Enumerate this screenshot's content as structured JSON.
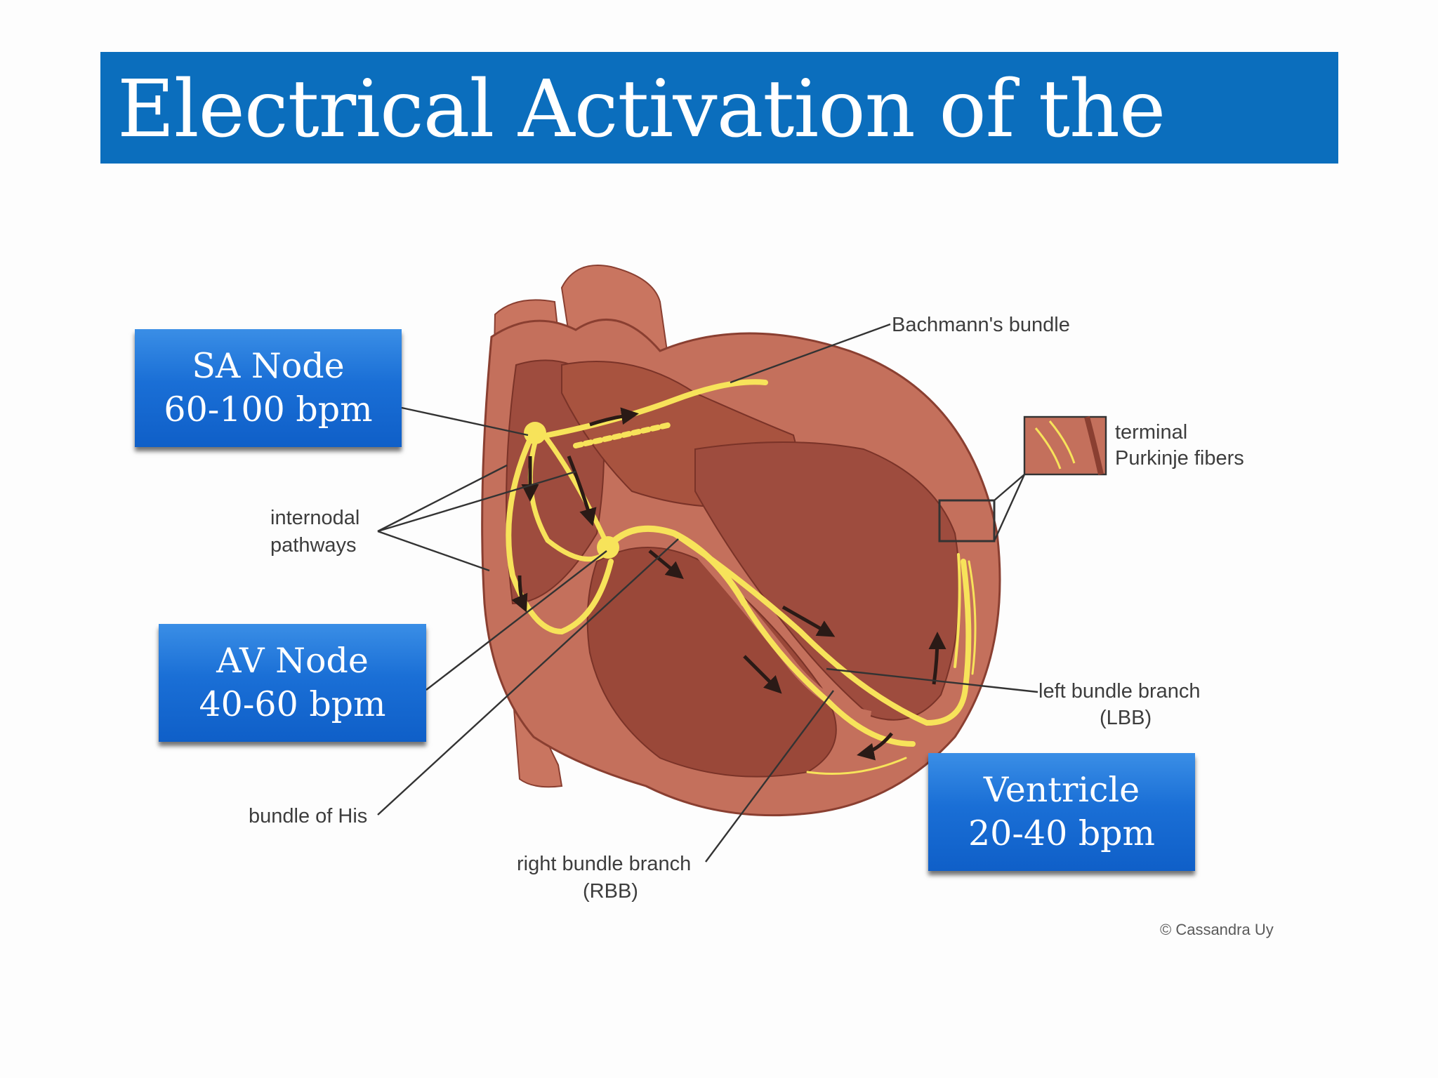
{
  "slide": {
    "title": "Electrical Activation of the"
  },
  "callouts": {
    "sa": {
      "line1": "SA Node",
      "line2": "60-100 bpm"
    },
    "av": {
      "line1": "AV Node",
      "line2": "40-60 bpm"
    },
    "ventricle": {
      "line1": "Ventricle",
      "line2": "20-40 bpm"
    }
  },
  "labels": {
    "bachmann": "Bachmann's bundle",
    "terminal_1": "terminal",
    "terminal_2": "Purkinje fibers",
    "internodal_1": "internodal",
    "internodal_2": "pathways",
    "lbb_1": "left bundle branch",
    "lbb_2": "(LBB)",
    "his": "bundle of His",
    "rbb_1": "right bundle branch",
    "rbb_2": "(RBB)",
    "copyright": "© Cassandra Uy"
  },
  "colors": {
    "title_bar": "#0b6ebd",
    "callout_blue": "#1a6fd6",
    "heart_outer": "#c4705c",
    "heart_inner": "#9e4c3e",
    "conduction_yellow": "#f7e35a"
  }
}
